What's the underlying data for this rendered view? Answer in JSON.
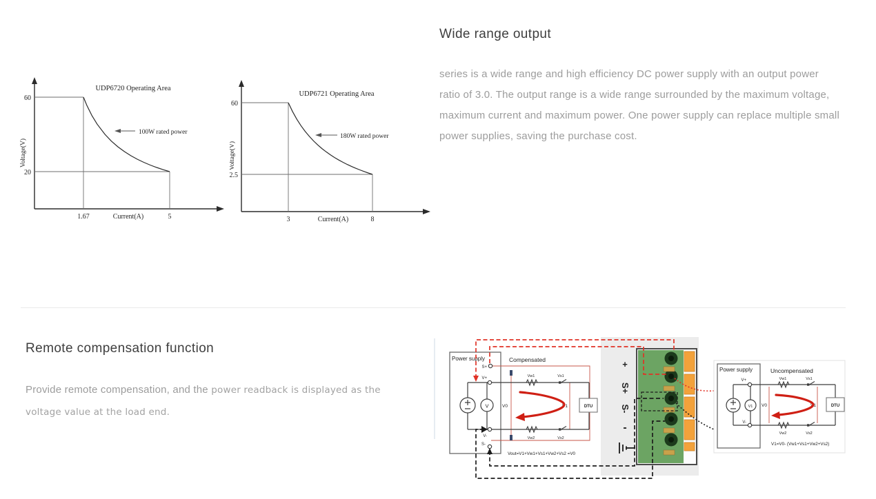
{
  "wide_range": {
    "heading": "Wide range output",
    "body": "series is a wide range and high efficiency DC power supply with an output power ratio of 3.0. The output range is a wide range surrounded by the maximum voltage, maximum current and maximum power. One power supply can replace multiple small power supplies, saving the purchase cost."
  },
  "remote_comp": {
    "heading": "Remote compensation function",
    "body_part1": "Provide remote compensation, and the ",
    "body_part2": "power readback is displayed as the voltage value at the load end."
  },
  "chart_data": [
    {
      "type": "line",
      "title": "UDP6720 Operating Area",
      "xlabel": "Current(A)",
      "ylabel": "Voltage(V)",
      "annotation": "100W rated power",
      "rated_power_w": 100,
      "max_voltage_v": 60,
      "max_current_a": 5,
      "voltage_at_max_current_v": 20,
      "current_at_max_voltage_a": 1.67,
      "x_ticks": [
        "1.67",
        "5"
      ],
      "y_ticks": [
        "60",
        "20"
      ],
      "xlim": [
        0,
        6.8
      ],
      "ylim": [
        0,
        68
      ],
      "grid": false,
      "legend": "none",
      "series": [
        {
          "name": "operating-area-boundary",
          "x": [
            0,
            1.67,
            2,
            2.5,
            3,
            3.5,
            4,
            4.5,
            5
          ],
          "y": [
            60,
            60,
            50,
            40,
            33.3,
            28.6,
            25,
            22.2,
            20
          ]
        }
      ]
    },
    {
      "type": "line",
      "title": "UDP6721 Operating Area",
      "xlabel": "Current(A)",
      "ylabel": "Voltage(V)",
      "annotation": "180W rated power",
      "rated_power_w": 180,
      "max_voltage_v": 60,
      "max_current_a": 8,
      "voltage_at_max_current_v": 22.5,
      "current_at_max_voltage_a": 3,
      "x_ticks": [
        "3",
        "8"
      ],
      "y_ticks": [
        "60",
        "22.5"
      ],
      "xlim": [
        0,
        10
      ],
      "ylim": [
        0,
        68
      ],
      "grid": false,
      "legend": "none",
      "series": [
        {
          "name": "operating-area-boundary",
          "x": [
            0,
            3,
            3.5,
            4,
            4.5,
            5,
            5.5,
            6,
            6.5,
            7,
            7.5,
            8
          ],
          "y": [
            60,
            60,
            51.4,
            45,
            40,
            36,
            32.7,
            30,
            27.7,
            25.7,
            24,
            22.5
          ]
        }
      ]
    }
  ],
  "diagram": {
    "compensated": {
      "label": "Compensated",
      "power_supply": "Power supply",
      "s_plus": "S+",
      "v_plus": "V+",
      "v_minus": "V-",
      "s_minus": "S-",
      "meter": "V",
      "v0": "V0",
      "v1": "V1",
      "r1": "Vw1",
      "s1": "Vs1",
      "r2": "Vw2",
      "s2": "Vs2",
      "dtu": "DTU",
      "formula": "Vout=V1+Vw1+Vs1+Vw2+Vs2 =V0"
    },
    "block": {
      "plus": "+",
      "s_plus": "S+",
      "s_minus": "S-",
      "minus": "-"
    },
    "uncompensated": {
      "label": "Uncompensated",
      "power_supply": "Power supply",
      "v_plus": "V+",
      "v_minus": "V-",
      "meter": "V1",
      "v0": "V0",
      "v1": "V1",
      "r1": "Vw1",
      "s1": "Vs1",
      "r2": "Vw2",
      "s2": "Vs2",
      "dtu": "DTU",
      "formula": "V1=V0- (Vw1+Vs1+Vw2+Vs2)"
    },
    "colors": {
      "red": "#e03226",
      "black": "#1c1c1c",
      "green": "#6ca463",
      "orange": "#f3a23b"
    }
  }
}
